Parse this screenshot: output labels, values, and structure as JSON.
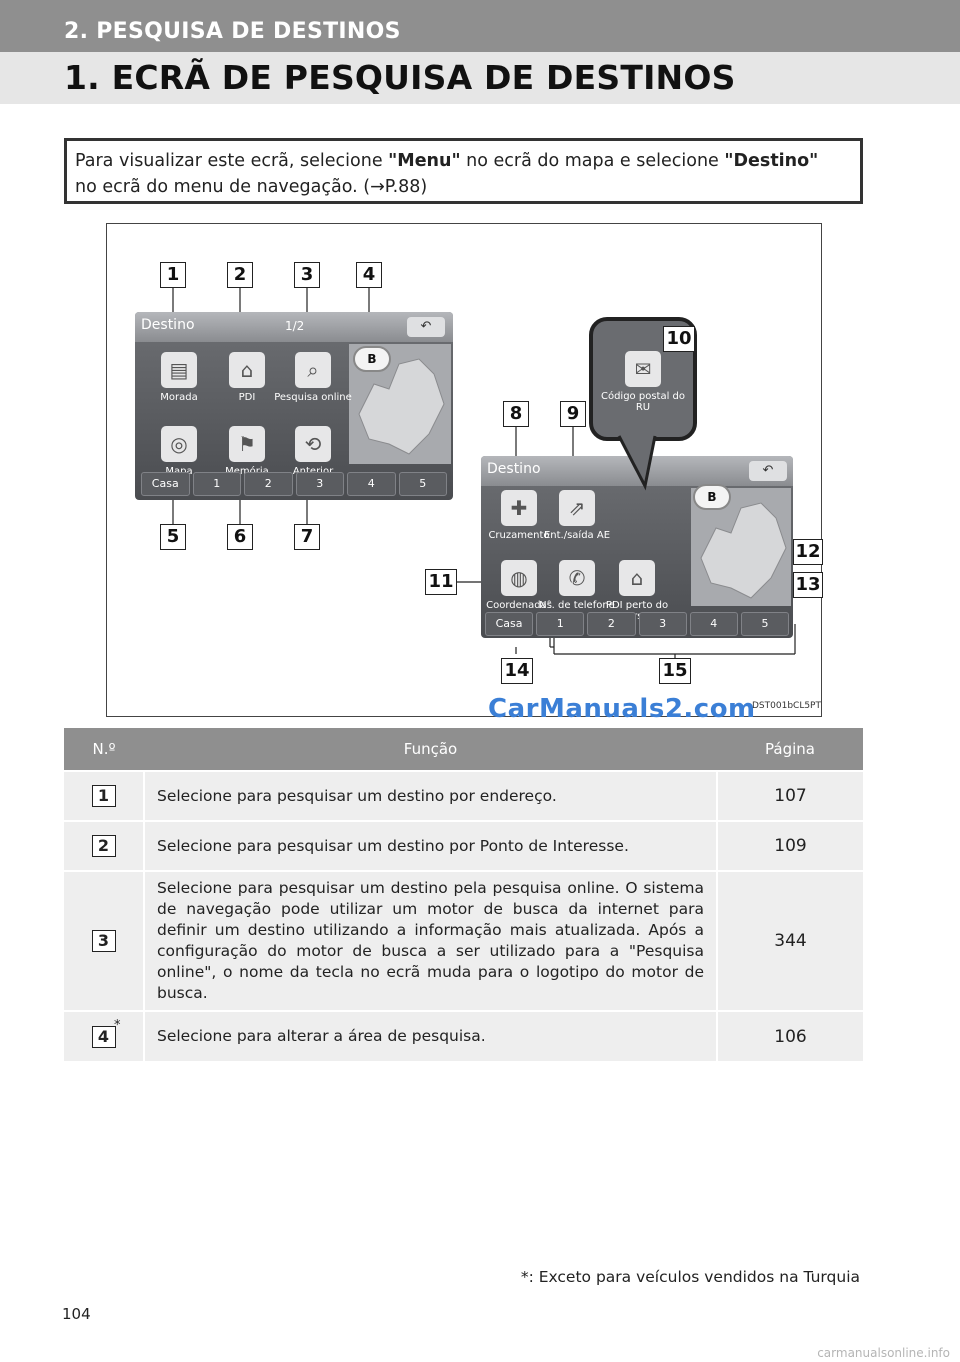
{
  "header": {
    "section": "2. PESQUISA DE DESTINOS",
    "title": "1. ECRÃ DE PESQUISA DE DESTINOS"
  },
  "intro": {
    "part1": "Para visualizar este ecrã, selecione ",
    "menu": "\"Menu\"",
    "part2": " no ecrã do mapa e selecione ",
    "destino": "\"Destino\"",
    "part3": "no ecrã do menu de navegação. (→P.88)"
  },
  "figure": {
    "callouts": [
      "1",
      "2",
      "3",
      "4",
      "5",
      "6",
      "7",
      "8",
      "9",
      "10",
      "11",
      "12",
      "13",
      "14",
      "15"
    ],
    "screen1": {
      "title": "Destino",
      "page": "1/2",
      "back": "↶",
      "b_button": "B",
      "tiles": [
        "Morada",
        "PDI",
        "Pesquisa online",
        "Mapa",
        "Memória",
        "Anterior"
      ],
      "quick": [
        "Casa",
        "1",
        "2",
        "3",
        "4",
        "5"
      ]
    },
    "screen2": {
      "title": "Destino",
      "back": "↶",
      "b_button": "B",
      "tiles": [
        "Cruzamento",
        "Ent./saída AE",
        "Coordenadas",
        "N°. de telefone",
        "PDI perto do cursor"
      ],
      "quick": [
        "Casa",
        "1",
        "2",
        "3",
        "4",
        "5"
      ]
    },
    "zoom_label": "Código postal do RU",
    "watermark": "CarManuals2.com",
    "code": "DST001bCL5PT"
  },
  "table": {
    "headers": [
      "N.º",
      "Função",
      "Página"
    ],
    "rows": [
      {
        "num": "1",
        "desc": "Selecione para pesquisar um destino por endereço.",
        "page": "107",
        "star": ""
      },
      {
        "num": "2",
        "desc": "Selecione para pesquisar um destino por Ponto de Interesse.",
        "page": "109",
        "star": ""
      },
      {
        "num": "3",
        "desc": "Selecione para pesquisar um destino pela pesquisa online. O sistema de navegação pode utilizar um motor de busca da internet para definir um destino utilizando a informação mais atualizada. Após a configuração do motor de busca a ser utilizado para a \"Pesquisa online\", o nome da tecla no ecrã muda para o logotipo do motor de busca.",
        "page": "344",
        "star": ""
      },
      {
        "num": "4",
        "desc": "Selecione para alterar a área de pesquisa.",
        "page": "106",
        "star": "*"
      }
    ]
  },
  "footnote": "*: Exceto para veículos vendidos na Turquia",
  "page_number": "104",
  "bottom_watermark": "carmanualsonline.info"
}
